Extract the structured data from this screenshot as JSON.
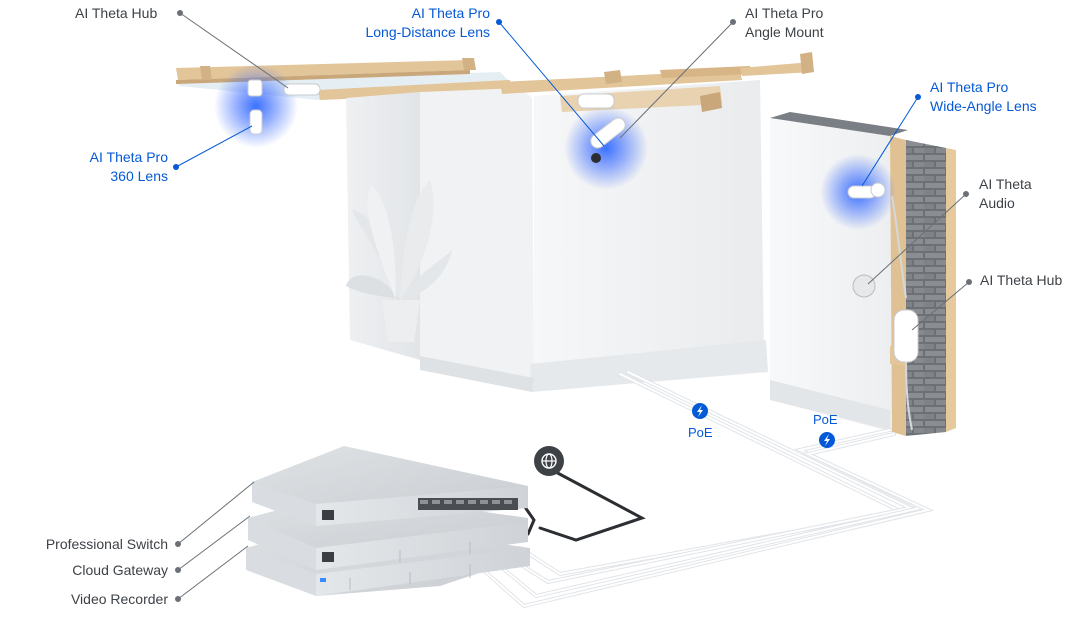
{
  "labels": {
    "hub_top": "AI Theta Hub",
    "long_lens_line1": "AI Theta Pro",
    "long_lens_line2": "Long-Distance Lens",
    "angle_mount_line1": "AI Theta Pro",
    "angle_mount_line2": "Angle Mount",
    "wide_lens_line1": "AI Theta Pro",
    "wide_lens_line2": "Wide-Angle Lens",
    "lens360_line1": "AI Theta Pro",
    "lens360_line2": "360 Lens",
    "audio_line1": "AI Theta",
    "audio_line2": "Audio",
    "hub_right": "AI Theta Hub",
    "switch": "Professional Switch",
    "gateway": "Cloud Gateway",
    "recorder": "Video Recorder",
    "poe_left": "PoE",
    "poe_right": "PoE"
  },
  "icons": {
    "poe": "lightning-bolt-icon",
    "internet": "globe-icon"
  },
  "colors": {
    "accent_blue": "#0559d6",
    "label_gray": "#3d4247",
    "glow": "#3b6cff"
  }
}
